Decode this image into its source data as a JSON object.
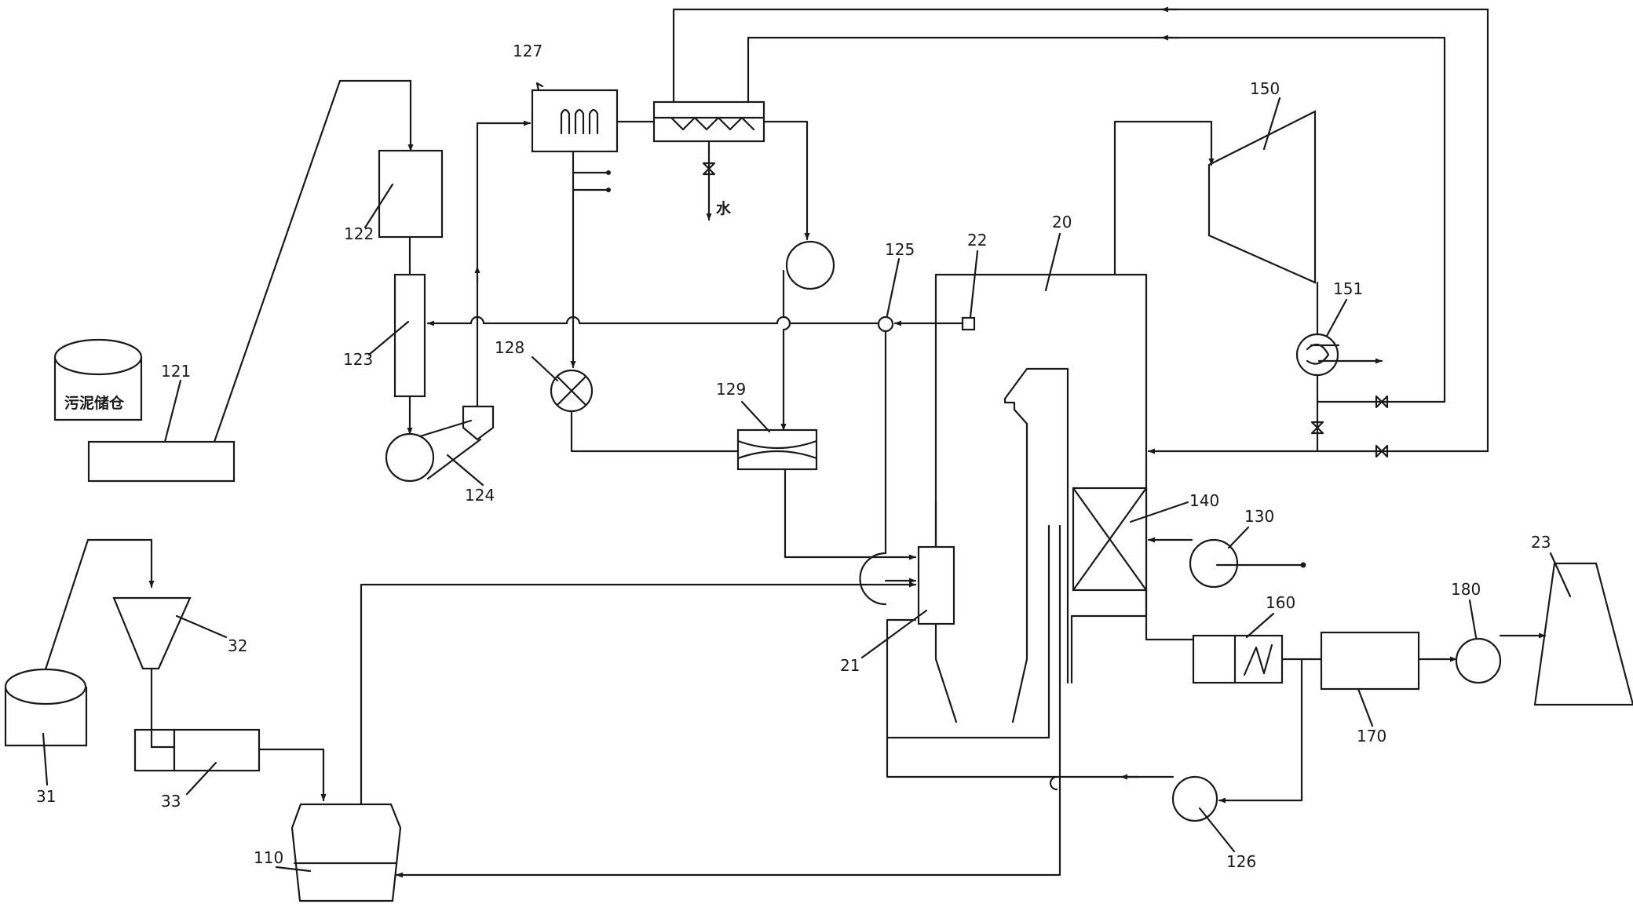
{
  "labels": {
    "n20": "20",
    "n21": "21",
    "n22": "22",
    "n23": "23",
    "n31": "31",
    "n32": "32",
    "n33": "33",
    "n110": "110",
    "n121": "121",
    "n122": "122",
    "n123": "123",
    "n124": "124",
    "n125": "125",
    "n126": "126",
    "n127": "127",
    "n128": "128",
    "n129": "129",
    "n130": "130",
    "n140": "140",
    "n150": "150",
    "n151": "151",
    "n160": "160",
    "n170": "170",
    "n180": "180"
  },
  "texts": {
    "silo": "污泥储仓",
    "water": "水"
  }
}
